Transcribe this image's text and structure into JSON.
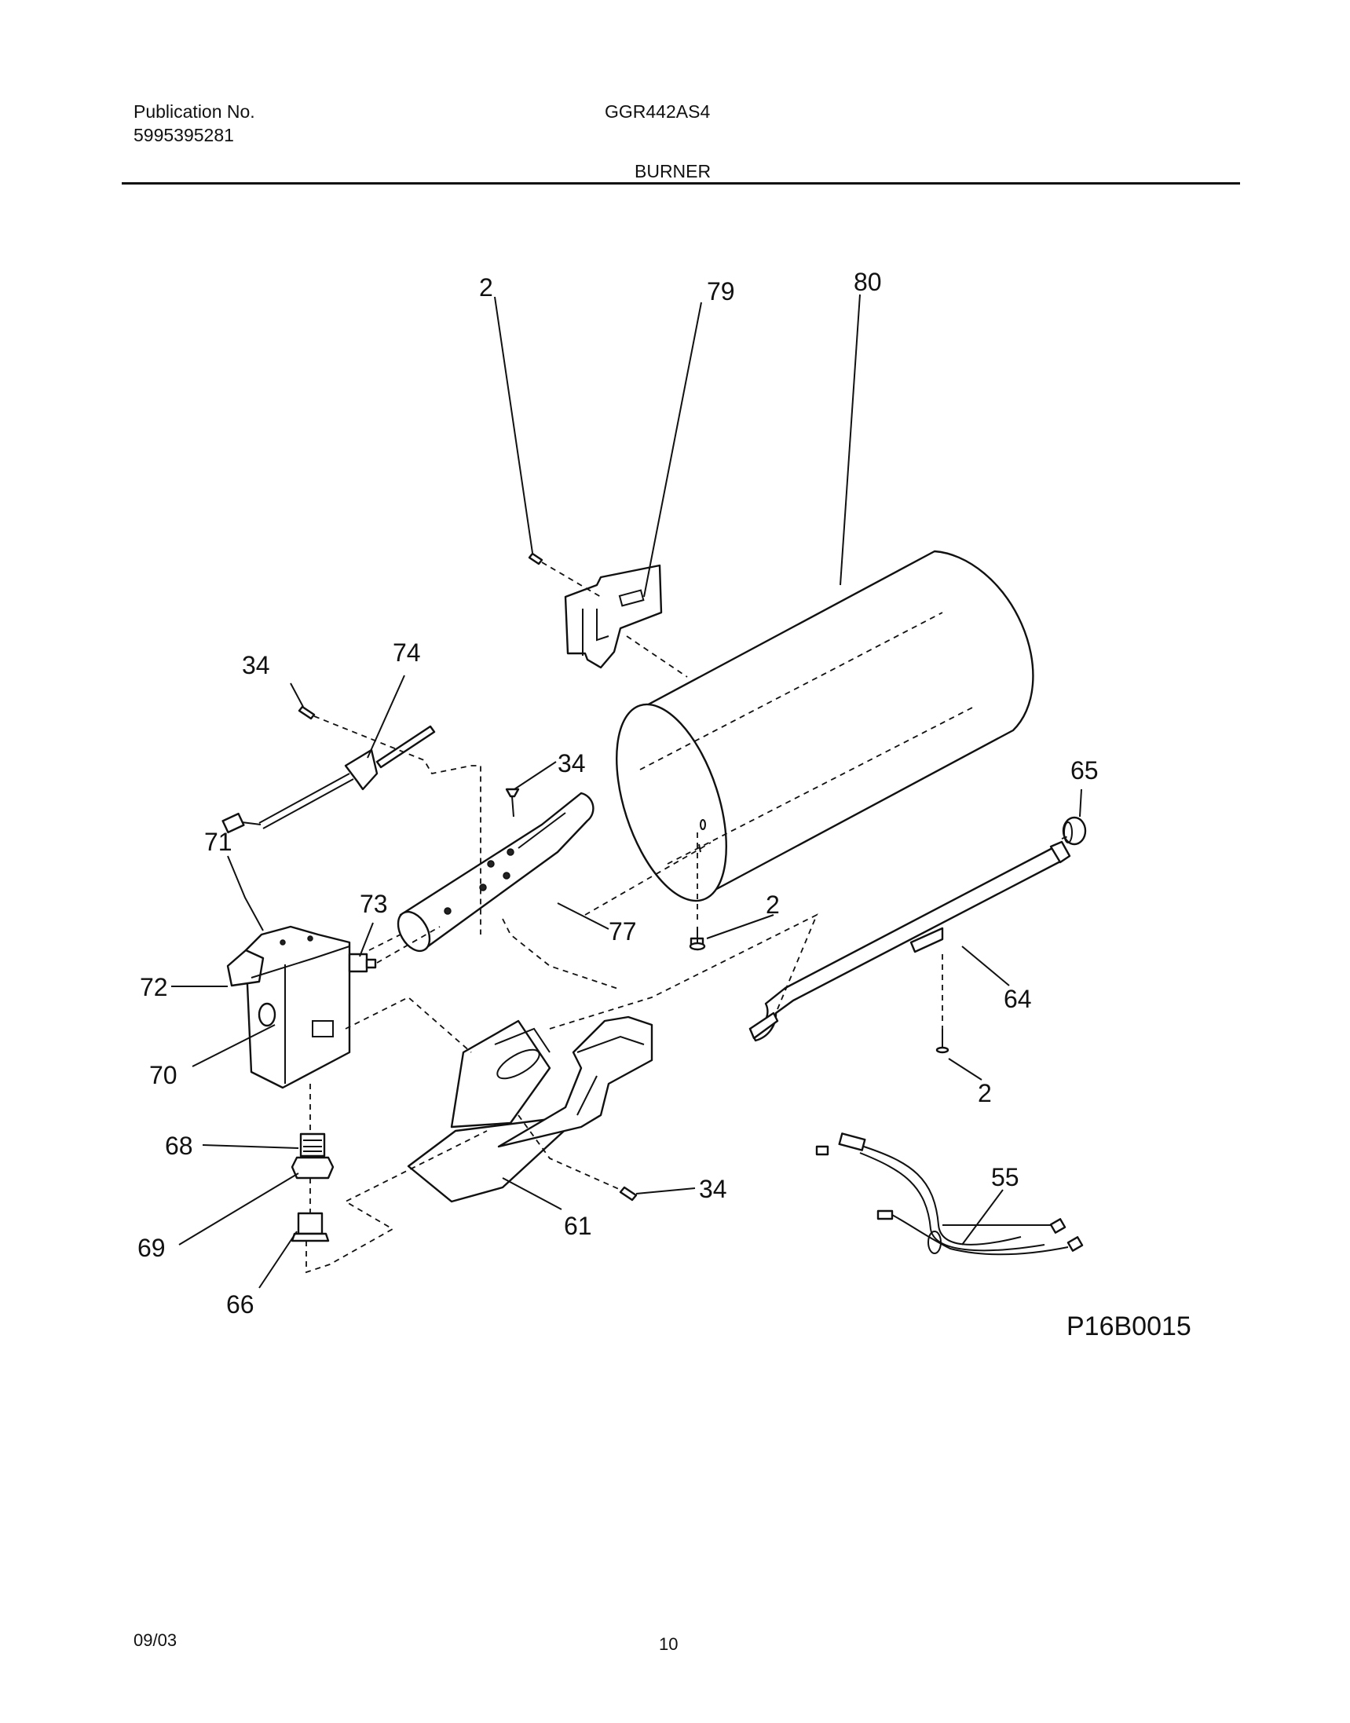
{
  "header": {
    "publication_label": "Publication No.",
    "publication_number": "5995395281",
    "model": "GGR442AS4",
    "section_title": "BURNER"
  },
  "diagram": {
    "figure_id": "P16B0015",
    "callouts": {
      "c2a": "2",
      "c79": "79",
      "c80": "80",
      "c34a": "34",
      "c74": "74",
      "c34b": "34",
      "c65": "65",
      "c71": "71",
      "c73": "73",
      "c2b": "2",
      "c77": "77",
      "c72": "72",
      "c64": "64",
      "c70": "70",
      "c2c": "2",
      "c68": "68",
      "c55": "55",
      "c34c": "34",
      "c69": "69",
      "c61": "61",
      "c66": "66"
    }
  },
  "footer": {
    "date": "09/03",
    "page_number": "10"
  }
}
